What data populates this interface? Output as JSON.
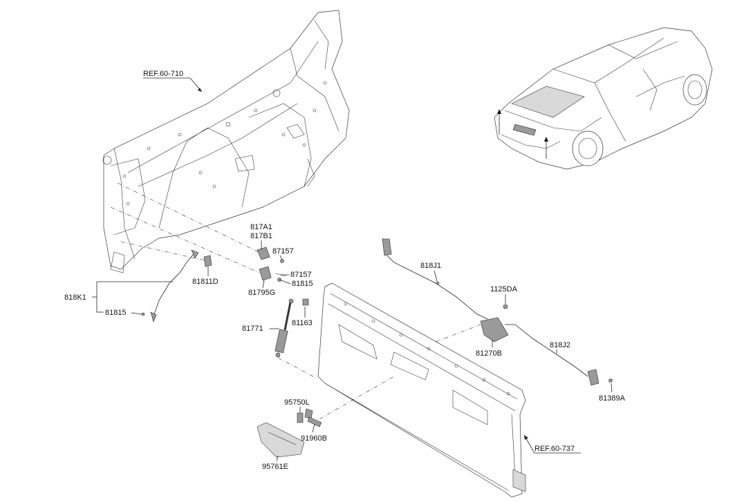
{
  "labels": {
    "ref_60_710": "REF.60-710",
    "ref_60_737": "REF.60-737",
    "p817A1": "817A1",
    "p817B1": "817B1",
    "p87157_a": "87157",
    "p87157_b": "87157",
    "p81815_a": "81815",
    "p81815_b": "81815",
    "p81795G": "81795G",
    "p81811D": "81811D",
    "p818K1": "818K1",
    "p81771": "81771",
    "p81163": "81163",
    "p818J1": "818J1",
    "p1125DA": "1125DA",
    "p81270B": "81270B",
    "p818J2": "818J2",
    "p81389A": "81389A",
    "p95750L": "95750L",
    "p91960B": "91960B",
    "p95761E": "95761E"
  }
}
